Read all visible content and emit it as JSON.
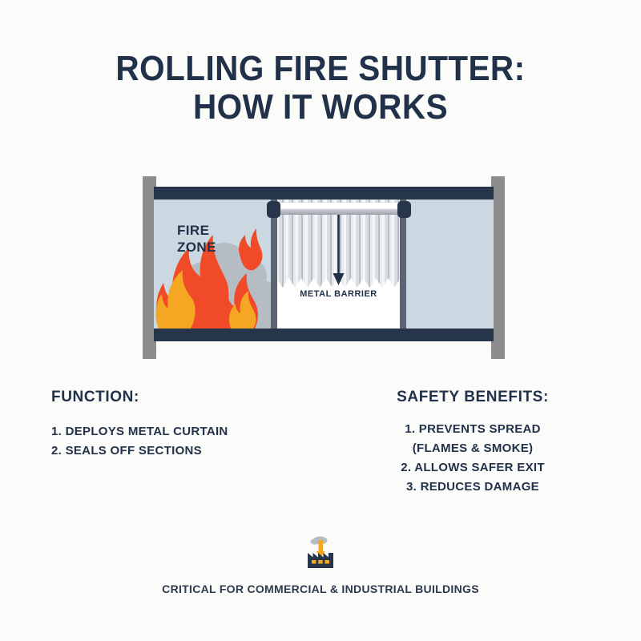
{
  "page": {
    "background_color": "#FBFBFA",
    "navy": "#22314A",
    "orange": "#F5A623",
    "flame_red": "#F04A28",
    "smoke_gray": "#B8BEC4",
    "column_gray": "#8D8D8D",
    "room_fill": "#CCD8E1"
  },
  "title": {
    "line1": "ROLLING FIRE SHUTTER:",
    "line2": "HOW IT WORKS"
  },
  "diagram": {
    "fire_zone_label_line1": "FIRE",
    "fire_zone_label_line2": "ZONE",
    "metal_barrier_label": "METAL BARRIER",
    "arrow_direction": "down"
  },
  "function_section": {
    "heading": "FUNCTION:",
    "items": [
      "1. DEPLOYS METAL CURTAIN",
      "2. SEALS OFF SECTIONS"
    ]
  },
  "benefits_section": {
    "heading": "SAFETY BENEFITS:",
    "items": [
      "1. PREVENTS SPREAD",
      "2. ALLOWS SAFER EXIT",
      "3. REDUCES DAMAGE"
    ],
    "item1_subline": "(FLAMES & SMOKE)"
  },
  "footer": {
    "icon": "factory-icon",
    "caption": "CRITICAL FOR COMMERCIAL & INDUSTRIAL BUILDINGS"
  }
}
